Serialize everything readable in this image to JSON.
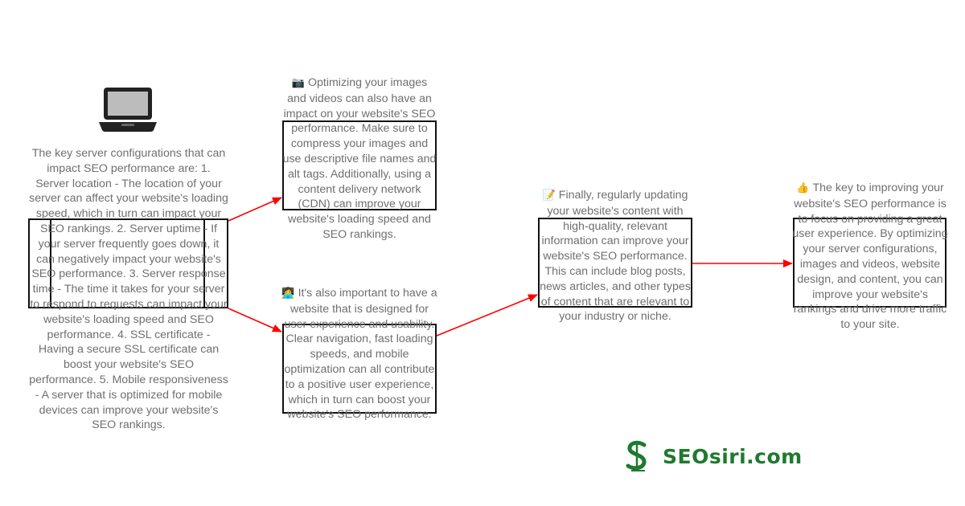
{
  "nodes": {
    "server": {
      "icon": "laptop-icon",
      "text": "The key server configurations that can impact SEO performance are: 1. Server location - The location of your server can affect your website's loading speed, which in turn can impact your SEO rankings. 2. Server uptime - If your server frequently goes down, it can negatively impact your website's SEO performance. 3. Server response time - The time it takes for your server to respond to requests can impact your website's loading speed and SEO performance. 4. SSL certificate - Having a secure SSL certificate can boost your website's SEO performance. 5. Mobile responsiveness - A server that is optimized for mobile devices can improve your website's SEO rankings."
    },
    "images": {
      "emoji": "📷",
      "text": "Optimizing your images and videos can also have an impact on your website's SEO performance. Make sure to compress your images and use descriptive file names and alt tags. Additionally, using a content delivery network (CDN) can improve your website's loading speed and SEO rankings."
    },
    "design": {
      "emoji": "👩‍💻",
      "text": "It's also important to have a website that is designed for user experience and usability. Clear navigation, fast loading speeds, and mobile optimization can all contribute to a positive user experience, which in turn can boost your website's SEO performance."
    },
    "content": {
      "emoji": "📝",
      "text": "Finally, regularly updating your website's content with high-quality, relevant information can improve your website's SEO performance. This can include blog posts, news articles, and other types of content that are relevant to your industry or niche."
    },
    "conclusion": {
      "emoji": "👍",
      "text": "The key to improving your website's SEO performance is to focus on providing a great user experience. By optimizing your server configurations, images and videos, website design, and content, you can improve your website's rankings and drive more traffic to your site."
    }
  },
  "colors": {
    "arrow": "#ff0000",
    "text": "#6f6f6f",
    "box": "#111111",
    "brand": "#1e7a2e"
  },
  "logo": {
    "icon": "seosiri-s-logo",
    "text": "SEOsiri.com"
  }
}
